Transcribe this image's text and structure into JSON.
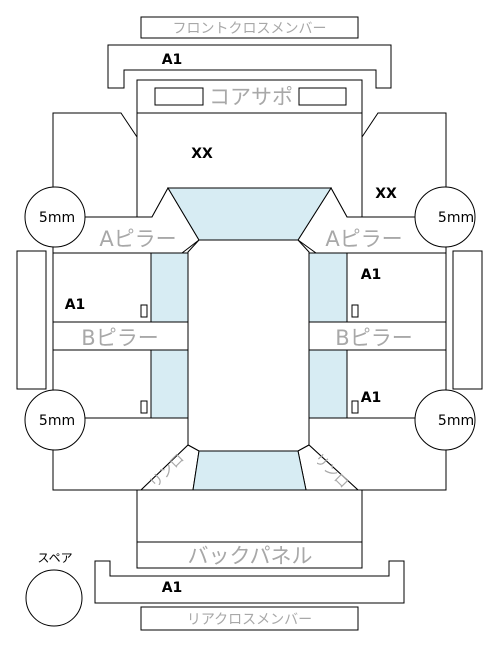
{
  "labels": {
    "front_cross_member": "フロントクロスメンバー",
    "core_support": "コアサポ",
    "a_pillar_left": "Aピラー",
    "a_pillar_right": "Aピラー",
    "b_pillar_left": "Bピラー",
    "b_pillar_right": "Bピラー",
    "back_panel": "バックパネル",
    "rear_cross_member": "リアクロスメンバー",
    "spare": "スペア",
    "frame_front": "A1",
    "frame_rear": "A1",
    "hood_grade": "XX",
    "right_fender_grade": "XX",
    "left_front_door_grade": "A1",
    "right_front_door_grade": "A1",
    "right_rear_door_grade": "A1",
    "tire_front_left": "5mm",
    "tire_front_right": "5mm",
    "tire_rear_left": "5mm",
    "tire_rear_right": "5mm",
    "rear_left_side_member": "リンロ",
    "rear_right_side_member": "リンロ"
  },
  "colors": {
    "glass": "#d7ecf3",
    "outline": "#000000",
    "label_grey": "#a8a8a8"
  }
}
